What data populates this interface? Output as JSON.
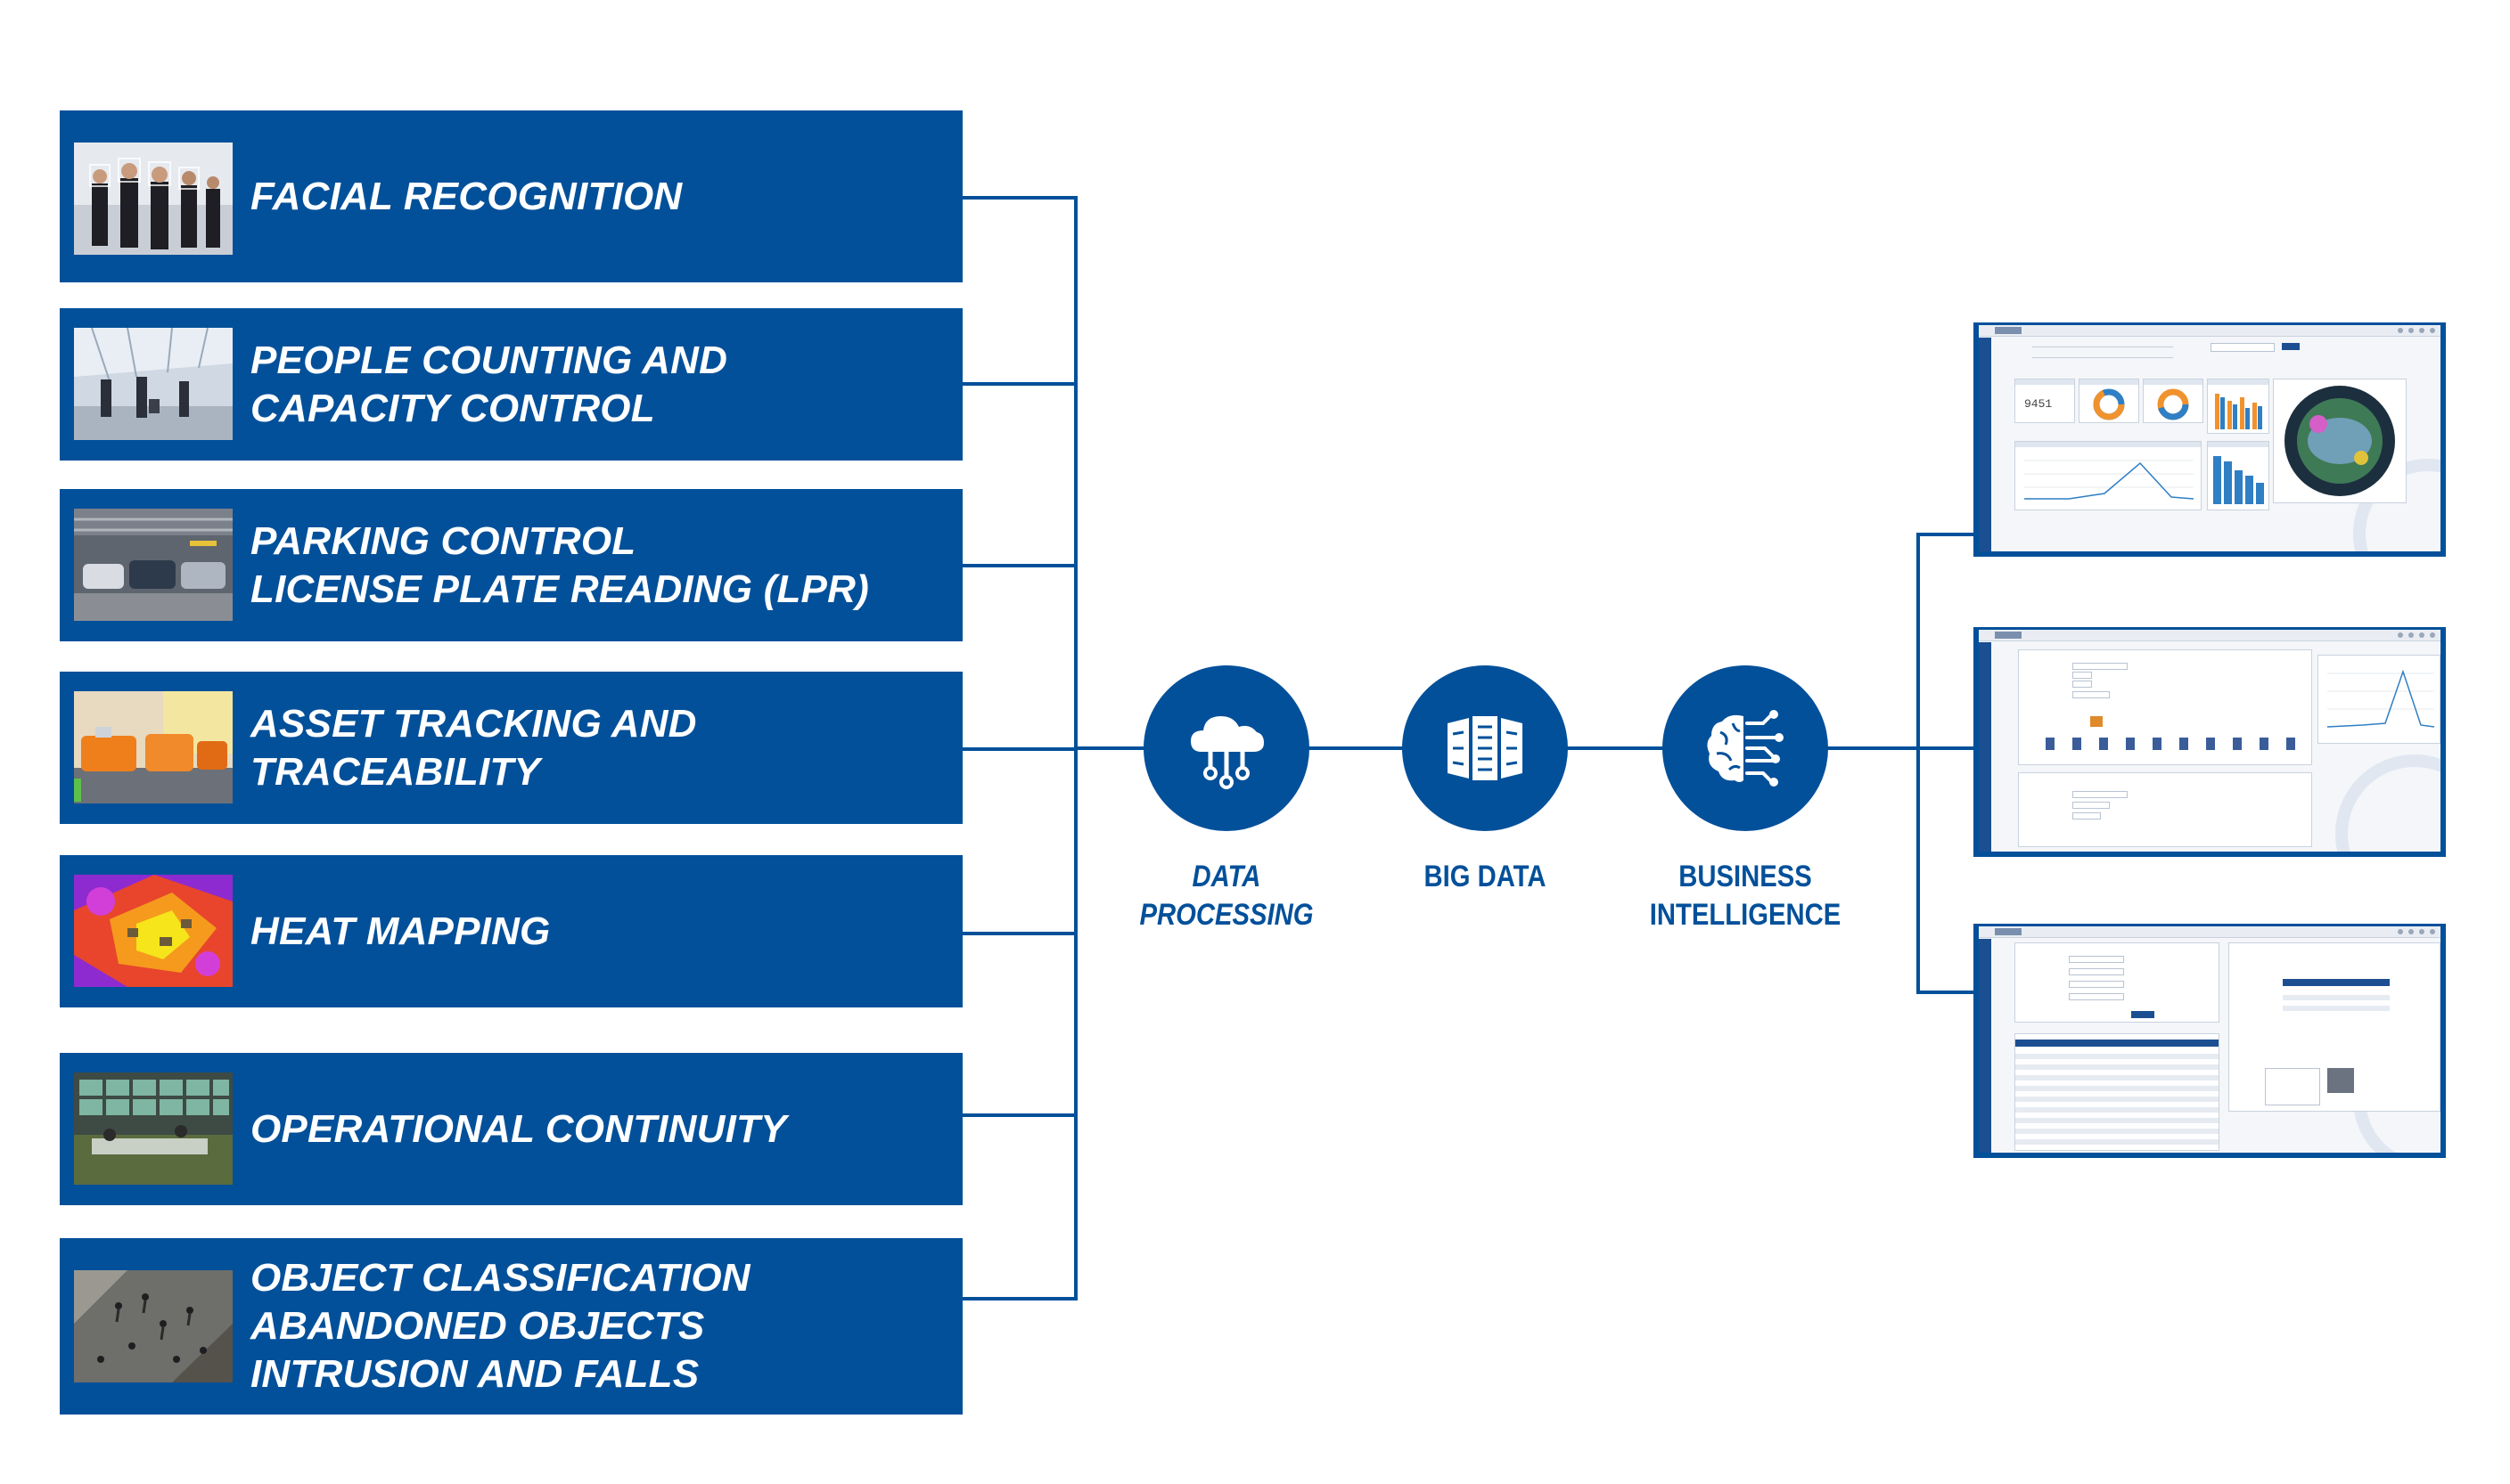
{
  "features": [
    {
      "id": "facial",
      "lines": [
        "FACIAL RECOGNITION"
      ],
      "thumb": "crowd-of-people-thumbnail"
    },
    {
      "id": "people",
      "lines": [
        "PEOPLE COUNTING AND",
        "CAPACITY CONTROL"
      ],
      "thumb": "airport-corridor-thumbnail"
    },
    {
      "id": "parking",
      "lines": [
        "PARKING CONTROL",
        "LICENSE PLATE READING (LPR)"
      ],
      "thumb": "parking-garage-thumbnail"
    },
    {
      "id": "asset",
      "lines": [
        "ASSET TRACKING AND",
        "TRACEABILITY"
      ],
      "thumb": "luggage-conveyor-thumbnail"
    },
    {
      "id": "heat",
      "lines": [
        "HEAT MAPPING"
      ],
      "thumb": "heat-map-thumbnail"
    },
    {
      "id": "operational",
      "lines": [
        "OPERATIONAL CONTINUITY"
      ],
      "thumb": "control-room-thumbnail"
    },
    {
      "id": "object",
      "lines": [
        "OBJECT CLASSIFICATION",
        "ABANDONED OBJECTS",
        "INTRUSION AND FALLS"
      ],
      "thumb": "aerial-pedestrians-thumbnail"
    }
  ],
  "pipeline": [
    {
      "id": "data-processing",
      "lines": [
        "DATA",
        "PROCESSING"
      ],
      "icon": "cloud-network-icon",
      "italic": true
    },
    {
      "id": "big-data",
      "lines": [
        "BIG DATA"
      ],
      "icon": "server-racks-icon",
      "italic": false
    },
    {
      "id": "business-intelligence",
      "lines": [
        "BUSINESS",
        "INTELLIGENCE"
      ],
      "icon": "brain-circuit-icon",
      "italic": false
    }
  ],
  "screens": [
    {
      "id": "dashboard",
      "kpi": "9451"
    },
    {
      "id": "report-form"
    },
    {
      "id": "records-table"
    }
  ],
  "colors": {
    "brand_blue": "#03509a",
    "chart_orange": "#f0922e",
    "chart_blue": "#2f7fc4"
  }
}
